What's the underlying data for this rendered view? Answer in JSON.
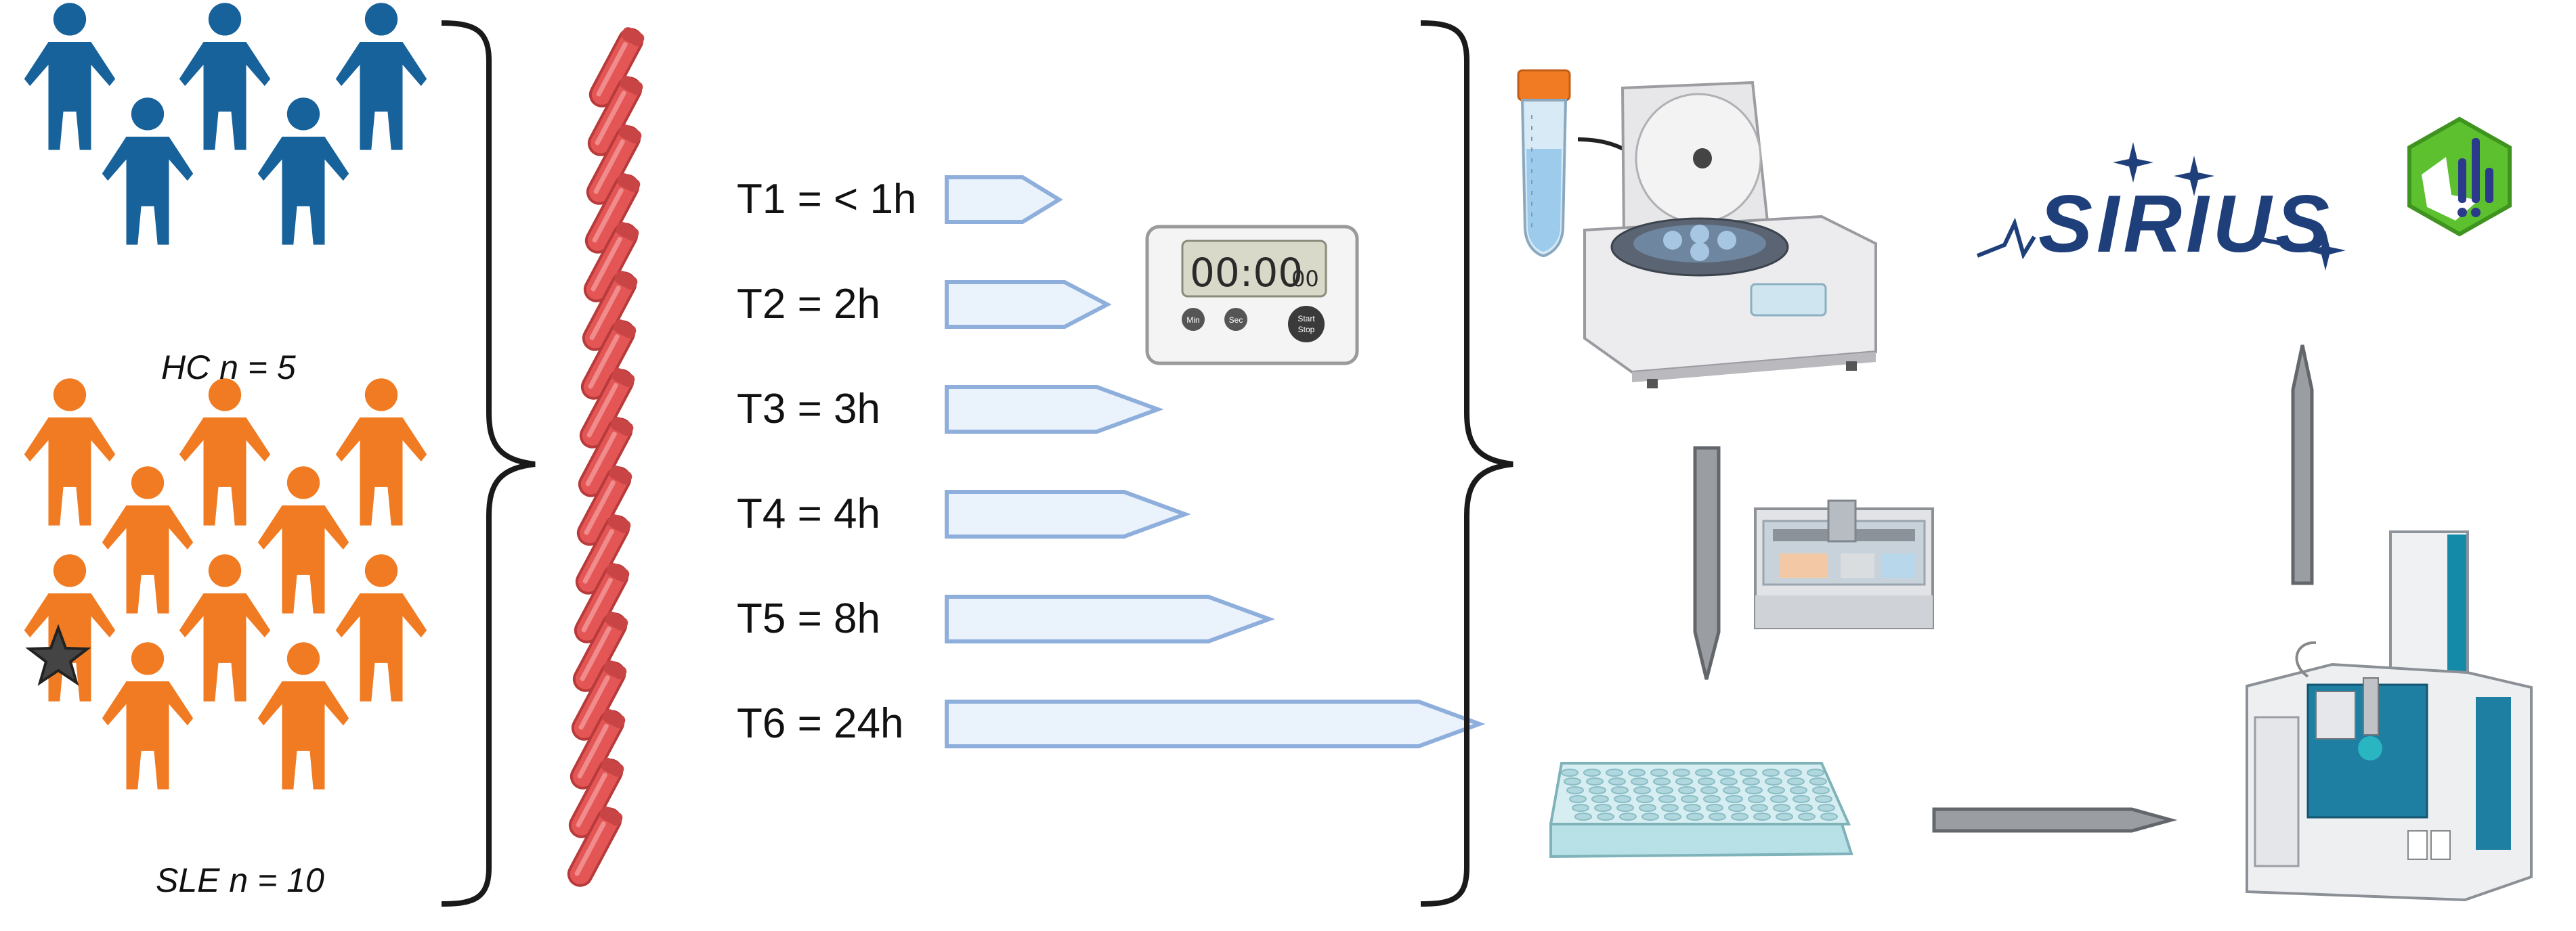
{
  "groups": {
    "hc_label": "HC n = 5",
    "sle_label": "SLE n = 10",
    "hc_color": "#17629b",
    "sle_color": "#f07b22",
    "tube_color": "#e05050"
  },
  "timepoints": [
    {
      "label": "T1 = < 1h",
      "hours": 1
    },
    {
      "label": "T2 = 2h",
      "hours": 2
    },
    {
      "label": "T3 = 3h",
      "hours": 3
    },
    {
      "label": "T4 = 4h",
      "hours": 4
    },
    {
      "label": "T5 = 8h",
      "hours": 8
    },
    {
      "label": "T6 = 24h",
      "hours": 24
    }
  ],
  "timer": {
    "display": "00:00",
    "display_small": "00",
    "button_left": "Min",
    "button_mid": "Sec",
    "button_right_line1": "Start",
    "button_right_line2": "Stop"
  },
  "software": {
    "sirius_label": "SIRIUS",
    "sirius_color": "#1f3f7a"
  },
  "colors": {
    "arrow_fill": "#eaf2fb",
    "arrow_stroke": "#8eaedb",
    "grey_arrow": "#9a9ea3"
  }
}
